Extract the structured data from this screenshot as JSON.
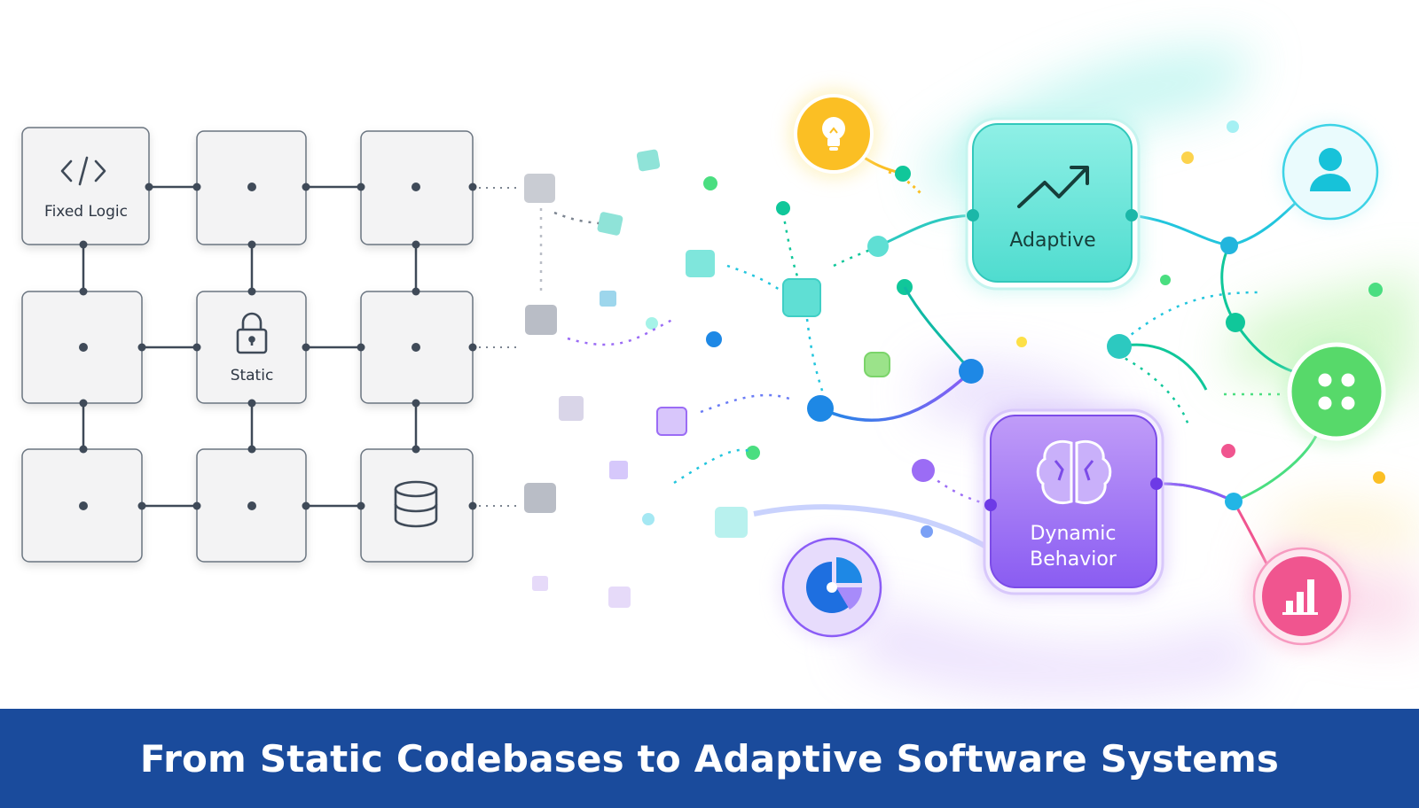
{
  "left_grid": {
    "fixed_logic_label": "Fixed Logic",
    "static_label": "Static",
    "icons": [
      "code-icon",
      "lock-icon",
      "database-icon"
    ]
  },
  "right_network": {
    "adaptive_label": "Adaptive",
    "dynamic_label_line1": "Dynamic",
    "dynamic_label_line2": "Behavior",
    "icons": [
      "lightbulb-icon",
      "trend-up-icon",
      "user-icon",
      "apps-grid-icon",
      "brain-icon",
      "pie-chart-icon",
      "bar-chart-icon"
    ]
  },
  "colors": {
    "banner": "#1a4b9c",
    "adaptive": "#5fe3d6",
    "dynamic": "#9b6cf5",
    "bulb": "#fbbf24",
    "user": "#22c5dd",
    "apps": "#4fd86a",
    "pie": "#2563eb",
    "bar": "#f0558f",
    "grid_line": "#3f4a58"
  },
  "banner": {
    "title": "From Static Codebases to Adaptive Software Systems"
  }
}
